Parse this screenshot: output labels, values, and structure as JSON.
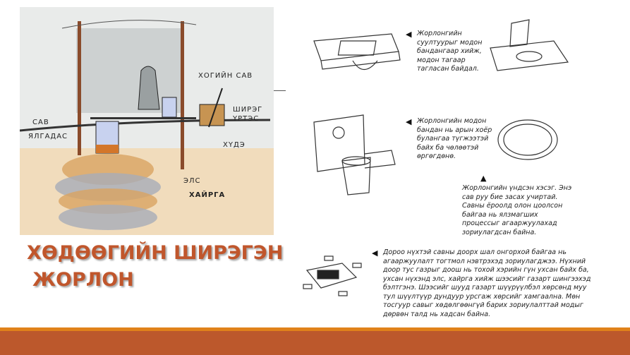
{
  "slide": {
    "title_line1": "ХӨДӨӨГИЙН ШИРЭГЭН",
    "title_line2": "ЖОРЛОН"
  },
  "diagram_labels": {
    "waste_bin": "ХОГИЙН САВ",
    "sod_scoop": "ШИРЭГ",
    "sod_scoop_2": "ҮРТЭС",
    "container": "САВ",
    "separator": "ЯЛГАДАС",
    "shovel": "ХҮДЭ",
    "sand": "ЭЛС",
    "gravel": "ХАЙРГА"
  },
  "captions": {
    "seat": "Жорлонгийн суултуурыг модон бандангаар хийж, модон тагаар тагласан байдал.",
    "bench": "Жорлонгийн модон бандан нь арын хоёр булангаа түгжээтэй байх ба чөлөөтэй өргөгдөнө.",
    "bowl": "Жорлонгийн үндсэн хэсэг. Энэ сав руу бие засах учиртай. Савны ёроолд олон цоолсон байгаа нь ялзмагших процессыг агааржуулахад зориулагдсан байна.",
    "pit": "Дороо нүхтэй савны доорх шал онгорхой байгаа нь агааржуулалт тогтмол нэвтрэхэд зориулагджээ. Нүхний доор тус газрыг доош нь тохой хэрийн гүн ухсан байх ба, ухсан нүхэнд элс, хайрга хийж шээсийг газарт шингээхэд бэлтгэнэ. Шээсийг шууд газарт шүүрүүлбэл хөрсөнд муу тул шүүлтүүр дундуур урсгаж хөрсийг хамгаална. Мөн тосгуур савыг хөдөлгөөнгүй барих зориулалттай модыг дөрвөн талд нь хадсан байна."
  },
  "colors": {
    "title": "#c0562c",
    "stripe": "#e0821a",
    "footer": "#bc582c"
  }
}
